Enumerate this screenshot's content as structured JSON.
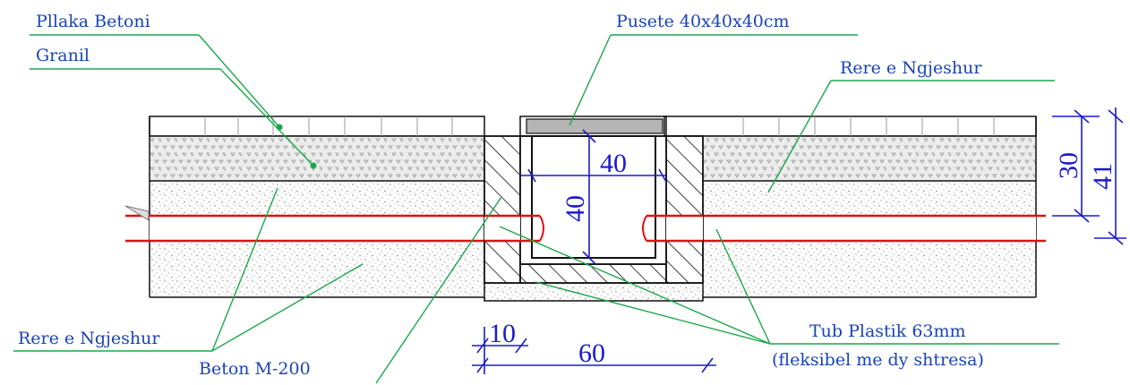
{
  "labels": {
    "pllaka_betoni": "Pllaka Betoni",
    "granil": "Granil",
    "pusete": "Pusete 40x40x40cm",
    "rere_right": "Rere e Ngjeshur",
    "rere_left": "Rere e Ngjeshur",
    "beton": "Beton M-200",
    "tub_line1": "Tub Plastik 63mm",
    "tub_line2": "(fleksibel me dy shtresa)"
  },
  "dimensions": {
    "inner_width": "40",
    "inner_height": "40",
    "wall": "10",
    "total_width": "60",
    "upper_depth": "30",
    "total_depth": "41"
  },
  "colors": {
    "label_text": "#1a44b8",
    "dimension": "#1a1ad0",
    "leader": "#1aa84a",
    "pipe": "#e01010",
    "outline": "#111111"
  }
}
